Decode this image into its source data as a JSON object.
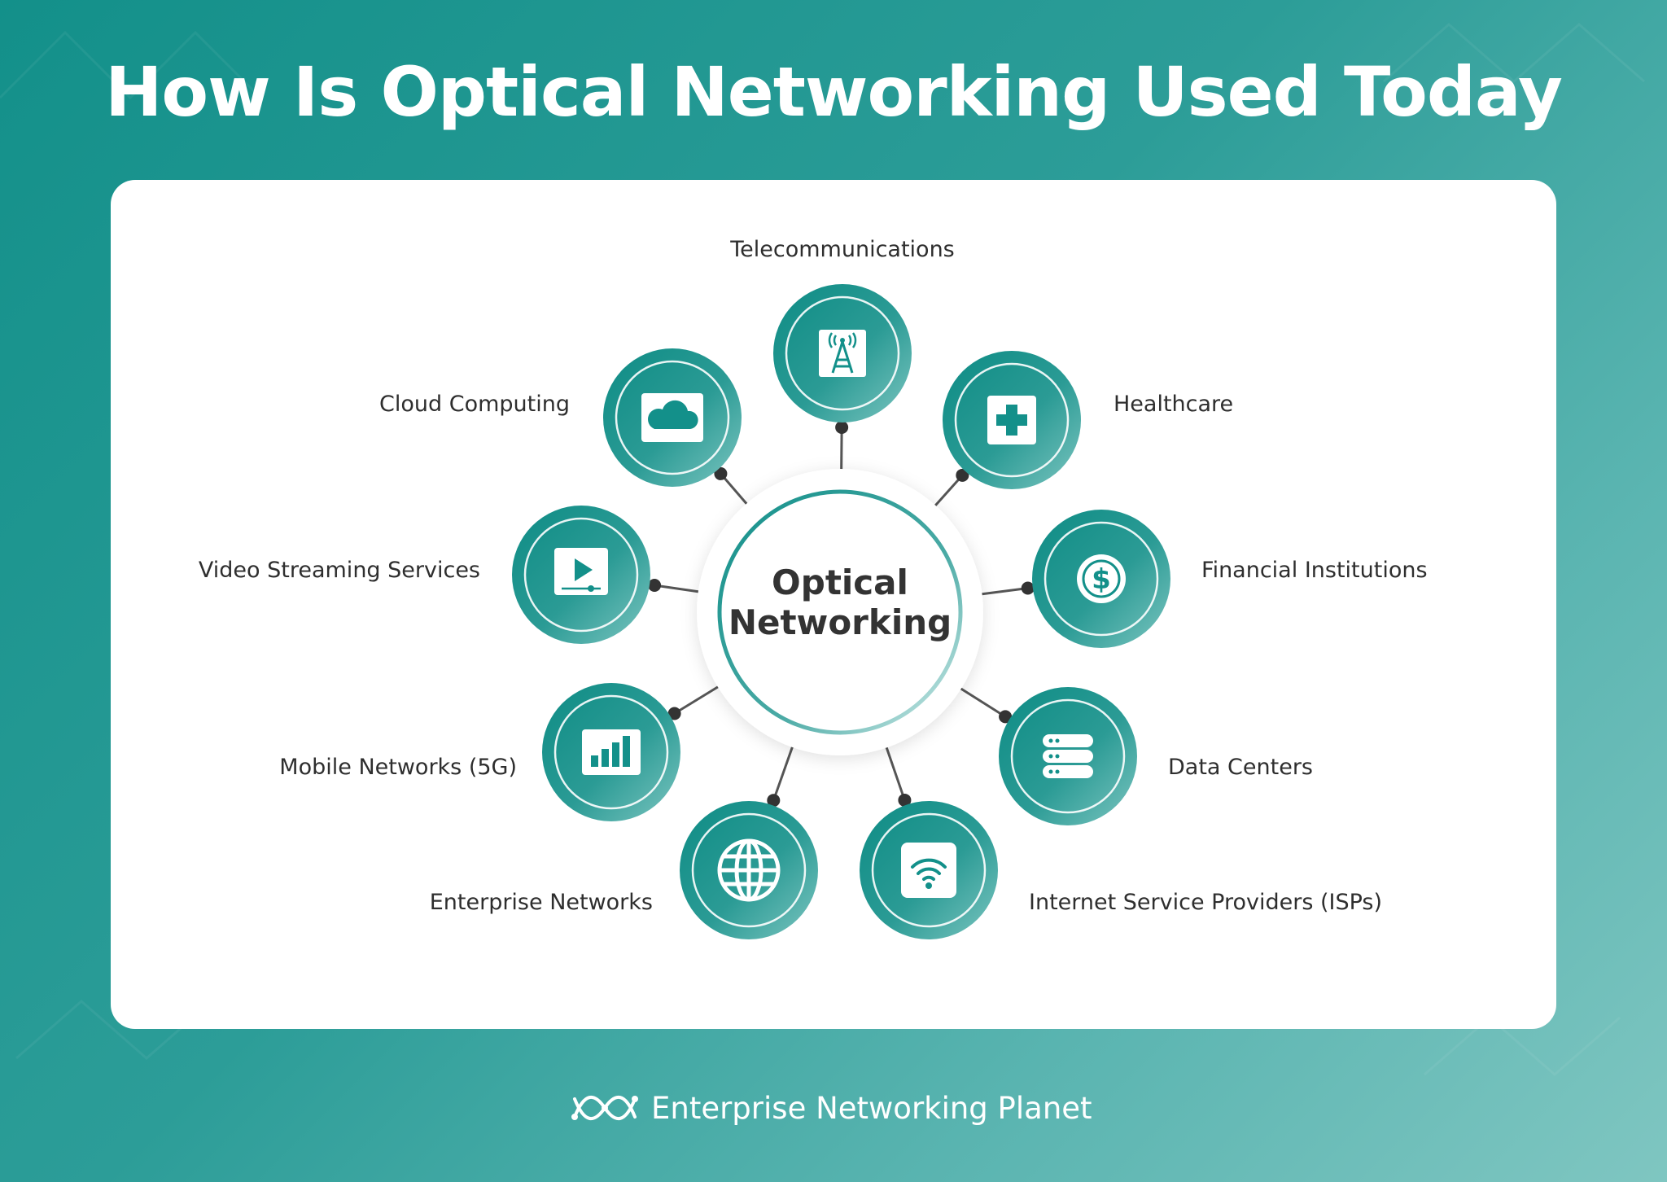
{
  "title": "How Is Optical Networking Used Today",
  "hub": {
    "line1": "Optical",
    "line2": "Networking"
  },
  "nodes": [
    {
      "label": "Telecommunications",
      "icon": "cell-tower-icon"
    },
    {
      "label": "Healthcare",
      "icon": "medical-cross-icon"
    },
    {
      "label": "Financial Institutions",
      "icon": "dollar-coin-icon"
    },
    {
      "label": "Data Centers",
      "icon": "database-server-icon"
    },
    {
      "label": "Internet Service Providers (ISPs)",
      "icon": "wifi-icon"
    },
    {
      "label": "Enterprise Networks",
      "icon": "globe-icon"
    },
    {
      "label": "Mobile Networks (5G)",
      "icon": "signal-bars-icon"
    },
    {
      "label": "Video Streaming Services",
      "icon": "video-play-icon"
    },
    {
      "label": "Cloud Computing",
      "icon": "cloud-icon"
    }
  ],
  "footer": {
    "brand": "Enterprise Networking Planet",
    "logo_icon": "enterprise-networking-planet-logo-icon"
  },
  "colors": {
    "teal": "#13908a",
    "teal_light": "#6cc0bb",
    "white": "#ffffff",
    "text": "#2e2e2e"
  }
}
